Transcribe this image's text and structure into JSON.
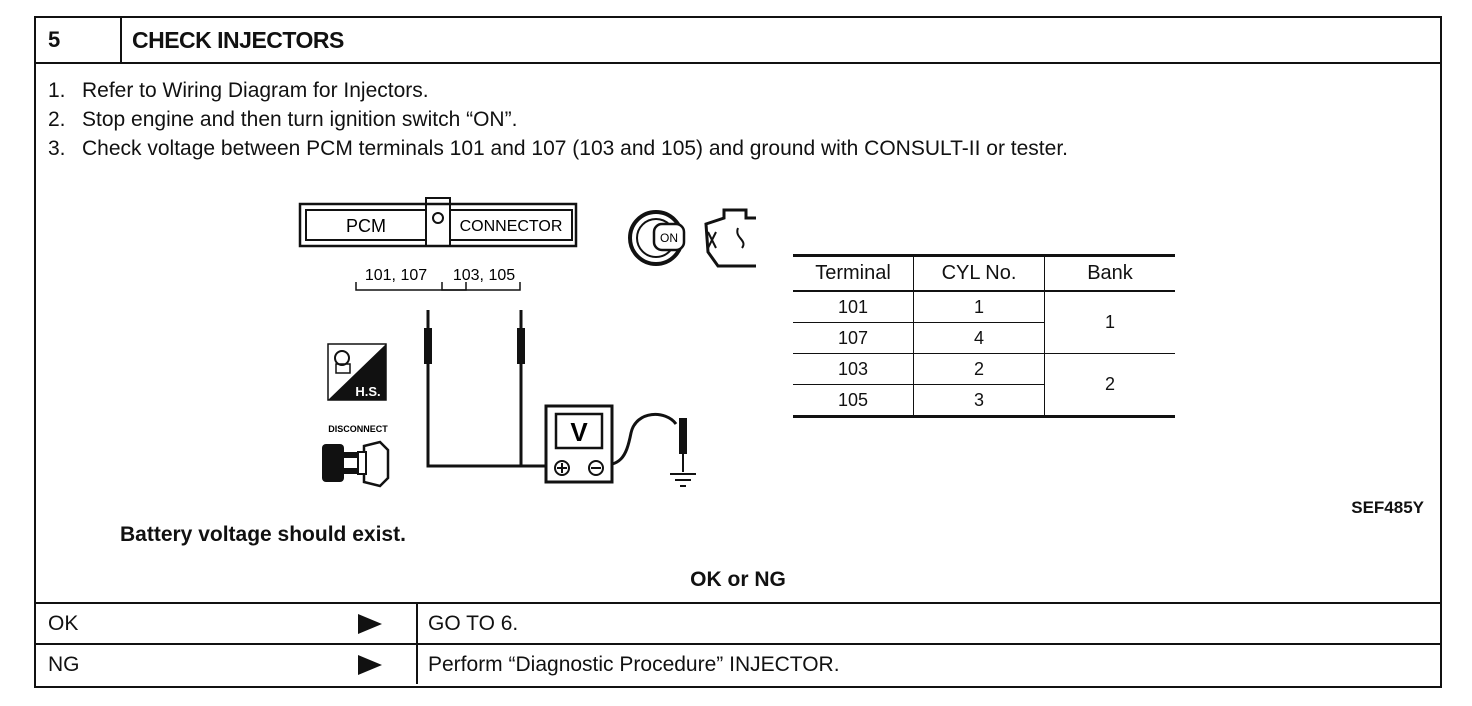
{
  "header": {
    "number": "5",
    "title": "CHECK INJECTORS"
  },
  "steps": [
    {
      "n": "1.",
      "text": "Refer to Wiring Diagram for Injectors."
    },
    {
      "n": "2.",
      "text": "Stop engine and then turn ignition switch “ON”."
    },
    {
      "n": "3.",
      "text": "Check voltage between PCM terminals 101 and 107 (103 and 105) and ground with CONSULT-II or tester."
    }
  ],
  "diagram": {
    "pcm_label": "PCM",
    "connector_label": "CONNECTOR",
    "terminals_a": "101, 107",
    "terminals_b": "103, 105",
    "key_label": "ON",
    "hs_label": "H.S.",
    "disconnect_label": "DISCONNECT",
    "meter_label": "V",
    "icons": [
      "ignition-key-icon",
      "engine-icon",
      "harness-sensor-icon",
      "disconnect-connector-icon",
      "ground-icon",
      "voltmeter-icon"
    ]
  },
  "table": {
    "headers": [
      "Terminal",
      "CYL  No.",
      "Bank"
    ],
    "rows": [
      {
        "terminal": "101",
        "cyl": "1"
      },
      {
        "terminal": "107",
        "cyl": "4"
      },
      {
        "terminal": "103",
        "cyl": "2"
      },
      {
        "terminal": "105",
        "cyl": "3"
      }
    ],
    "banks": [
      "1",
      "2"
    ]
  },
  "reference": "SEF485Y",
  "note": "Battery voltage should exist.",
  "result_title": "OK or NG",
  "results": [
    {
      "key": "OK",
      "value": "GO TO 6."
    },
    {
      "key": "NG",
      "value": "Perform “Diagnostic Procedure” INJECTOR."
    }
  ]
}
